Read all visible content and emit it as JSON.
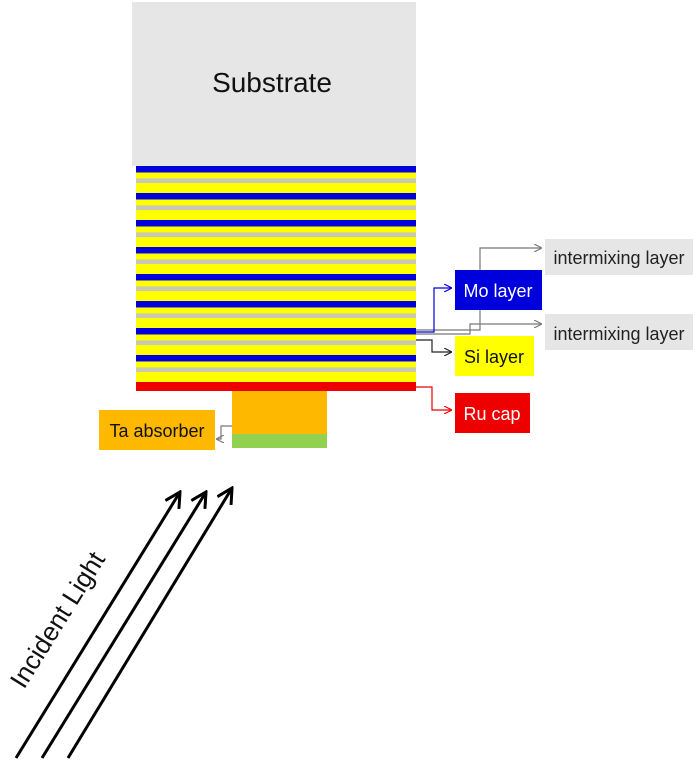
{
  "labels": {
    "substrate": "Substrate",
    "intermixing_top": "intermixing layer",
    "mo_layer": "Mo layer",
    "intermixing_bottom": "intermixing layer",
    "si_layer": "Si layer",
    "ru_cap": "Ru cap",
    "ta_absorber": "Ta absorber",
    "incident_light": "Incident Light"
  },
  "colors": {
    "substrate": "#e6e6e6",
    "mo": "#0000dd",
    "si": "#ffff00",
    "intermixing": "#c8c8b4",
    "ru": "#ee0000",
    "ta": "#ffb800",
    "absorber_base": "#92d050",
    "gray_box": "#e6e6e6"
  },
  "multilayer_periods": 8
}
